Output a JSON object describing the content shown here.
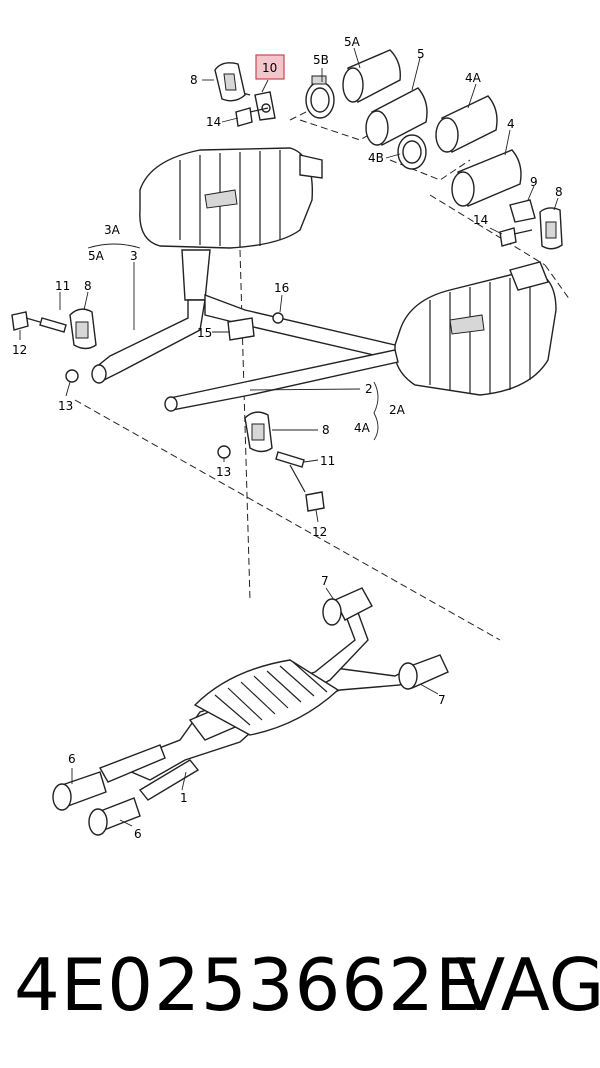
{
  "callouts": {
    "c8a": "8",
    "c10": "10",
    "c5b": "5B",
    "c5a": "5A",
    "c5": "5",
    "c4a": "4A",
    "c14a": "14",
    "c4b": "4B",
    "c4": "4",
    "c9": "9",
    "c8b": "8",
    "c14b": "14",
    "c3a": "3A",
    "c5a2": "5A",
    "c3": "3",
    "c11a": "11",
    "c8c": "8",
    "c16": "16",
    "c15": "15",
    "c12a": "12",
    "c13a": "13",
    "c2": "2",
    "c2a": "2A",
    "c4a2": "4A",
    "c8d": "8",
    "c13b": "13",
    "c11b": "11",
    "c12b": "12",
    "c7a": "7",
    "c7b": "7",
    "c6a": "6",
    "c1": "1",
    "c6b": "6"
  },
  "highlight_color": "#f4c6cc",
  "caption": {
    "part_number": "4E0253662E",
    "brand": "VAG"
  }
}
